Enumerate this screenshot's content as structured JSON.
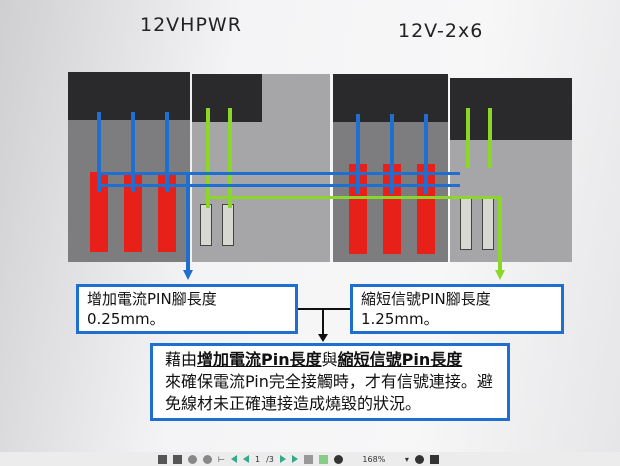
{
  "slide": {
    "title_left": "12VHPWR",
    "title_right": "12V-2x6",
    "box_left": {
      "line1": "增加電流PIN腳長度",
      "line2": "0.25mm。"
    },
    "box_right": {
      "line1": "縮短信號PIN腳長度",
      "line2": "1.25mm。"
    },
    "box_bottom": {
      "p1": "藉由",
      "b1": "增加電流Pin長度",
      "p2": "與",
      "b2": "縮短信號Pin長度",
      "p3": "來確保電流Pin完全接觸時，才有信號連接。避免線材未正確連接造成燒毀的狀況。"
    },
    "colors": {
      "current_line": "#1f6fd0",
      "signal_line": "#8cd62a",
      "box_border": "#1f6fd0",
      "pin": "#e8201a"
    }
  },
  "toolbar": {
    "page_current": "1",
    "page_total": "/3",
    "zoom": "168%"
  }
}
